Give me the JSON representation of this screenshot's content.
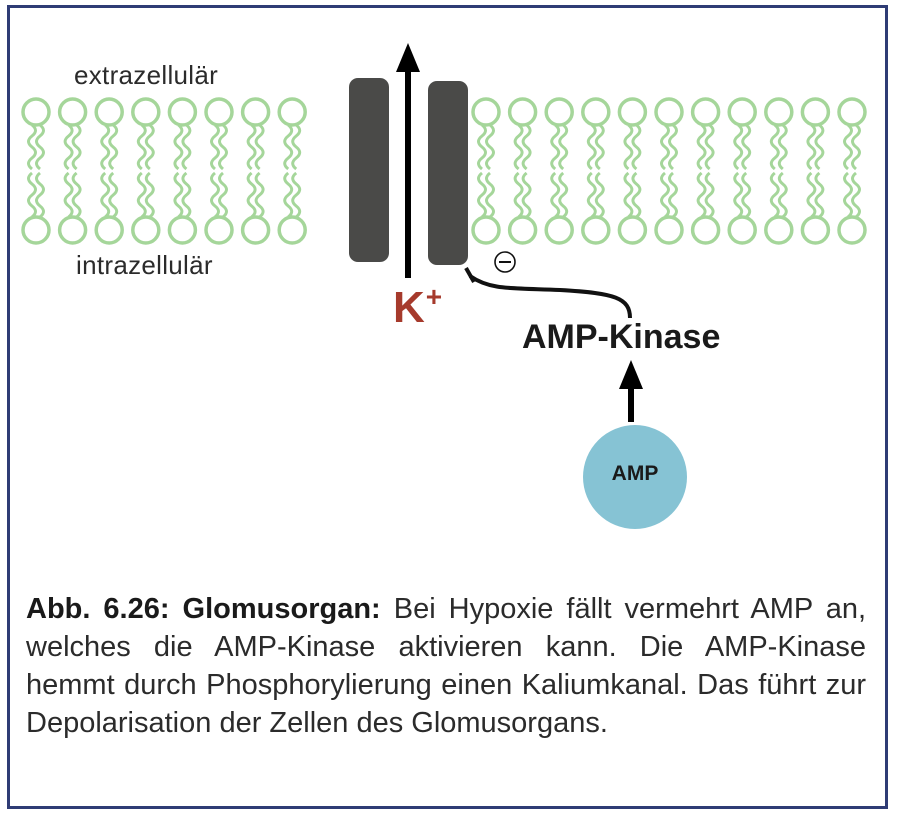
{
  "labels": {
    "extracellular": "extrazellulär",
    "intracellular": "intrazellulär",
    "ion": "K",
    "ion_charge": "+",
    "inhibition": "⊖",
    "enzyme": "AMP-Kinase",
    "molecule": "AMP"
  },
  "caption": {
    "heading": "Abb. 6.26: Glomusorgan:",
    "text": "Bei Hypoxie fällt vermehrt AMP an, welches die AMP-Kinase aktivieren kann. Die AMP-Kinase hemmt durch Phosphorylierung einen Kaliumkanal. Das führt zur Depolarisation der Zellen des Glomusorgans."
  },
  "colors": {
    "frame": "#2f3c75",
    "lipid": "#a5d69a",
    "channel": "#4a4a48",
    "potassium": "#a63a2c",
    "amp_circle": "#86c3d4"
  }
}
